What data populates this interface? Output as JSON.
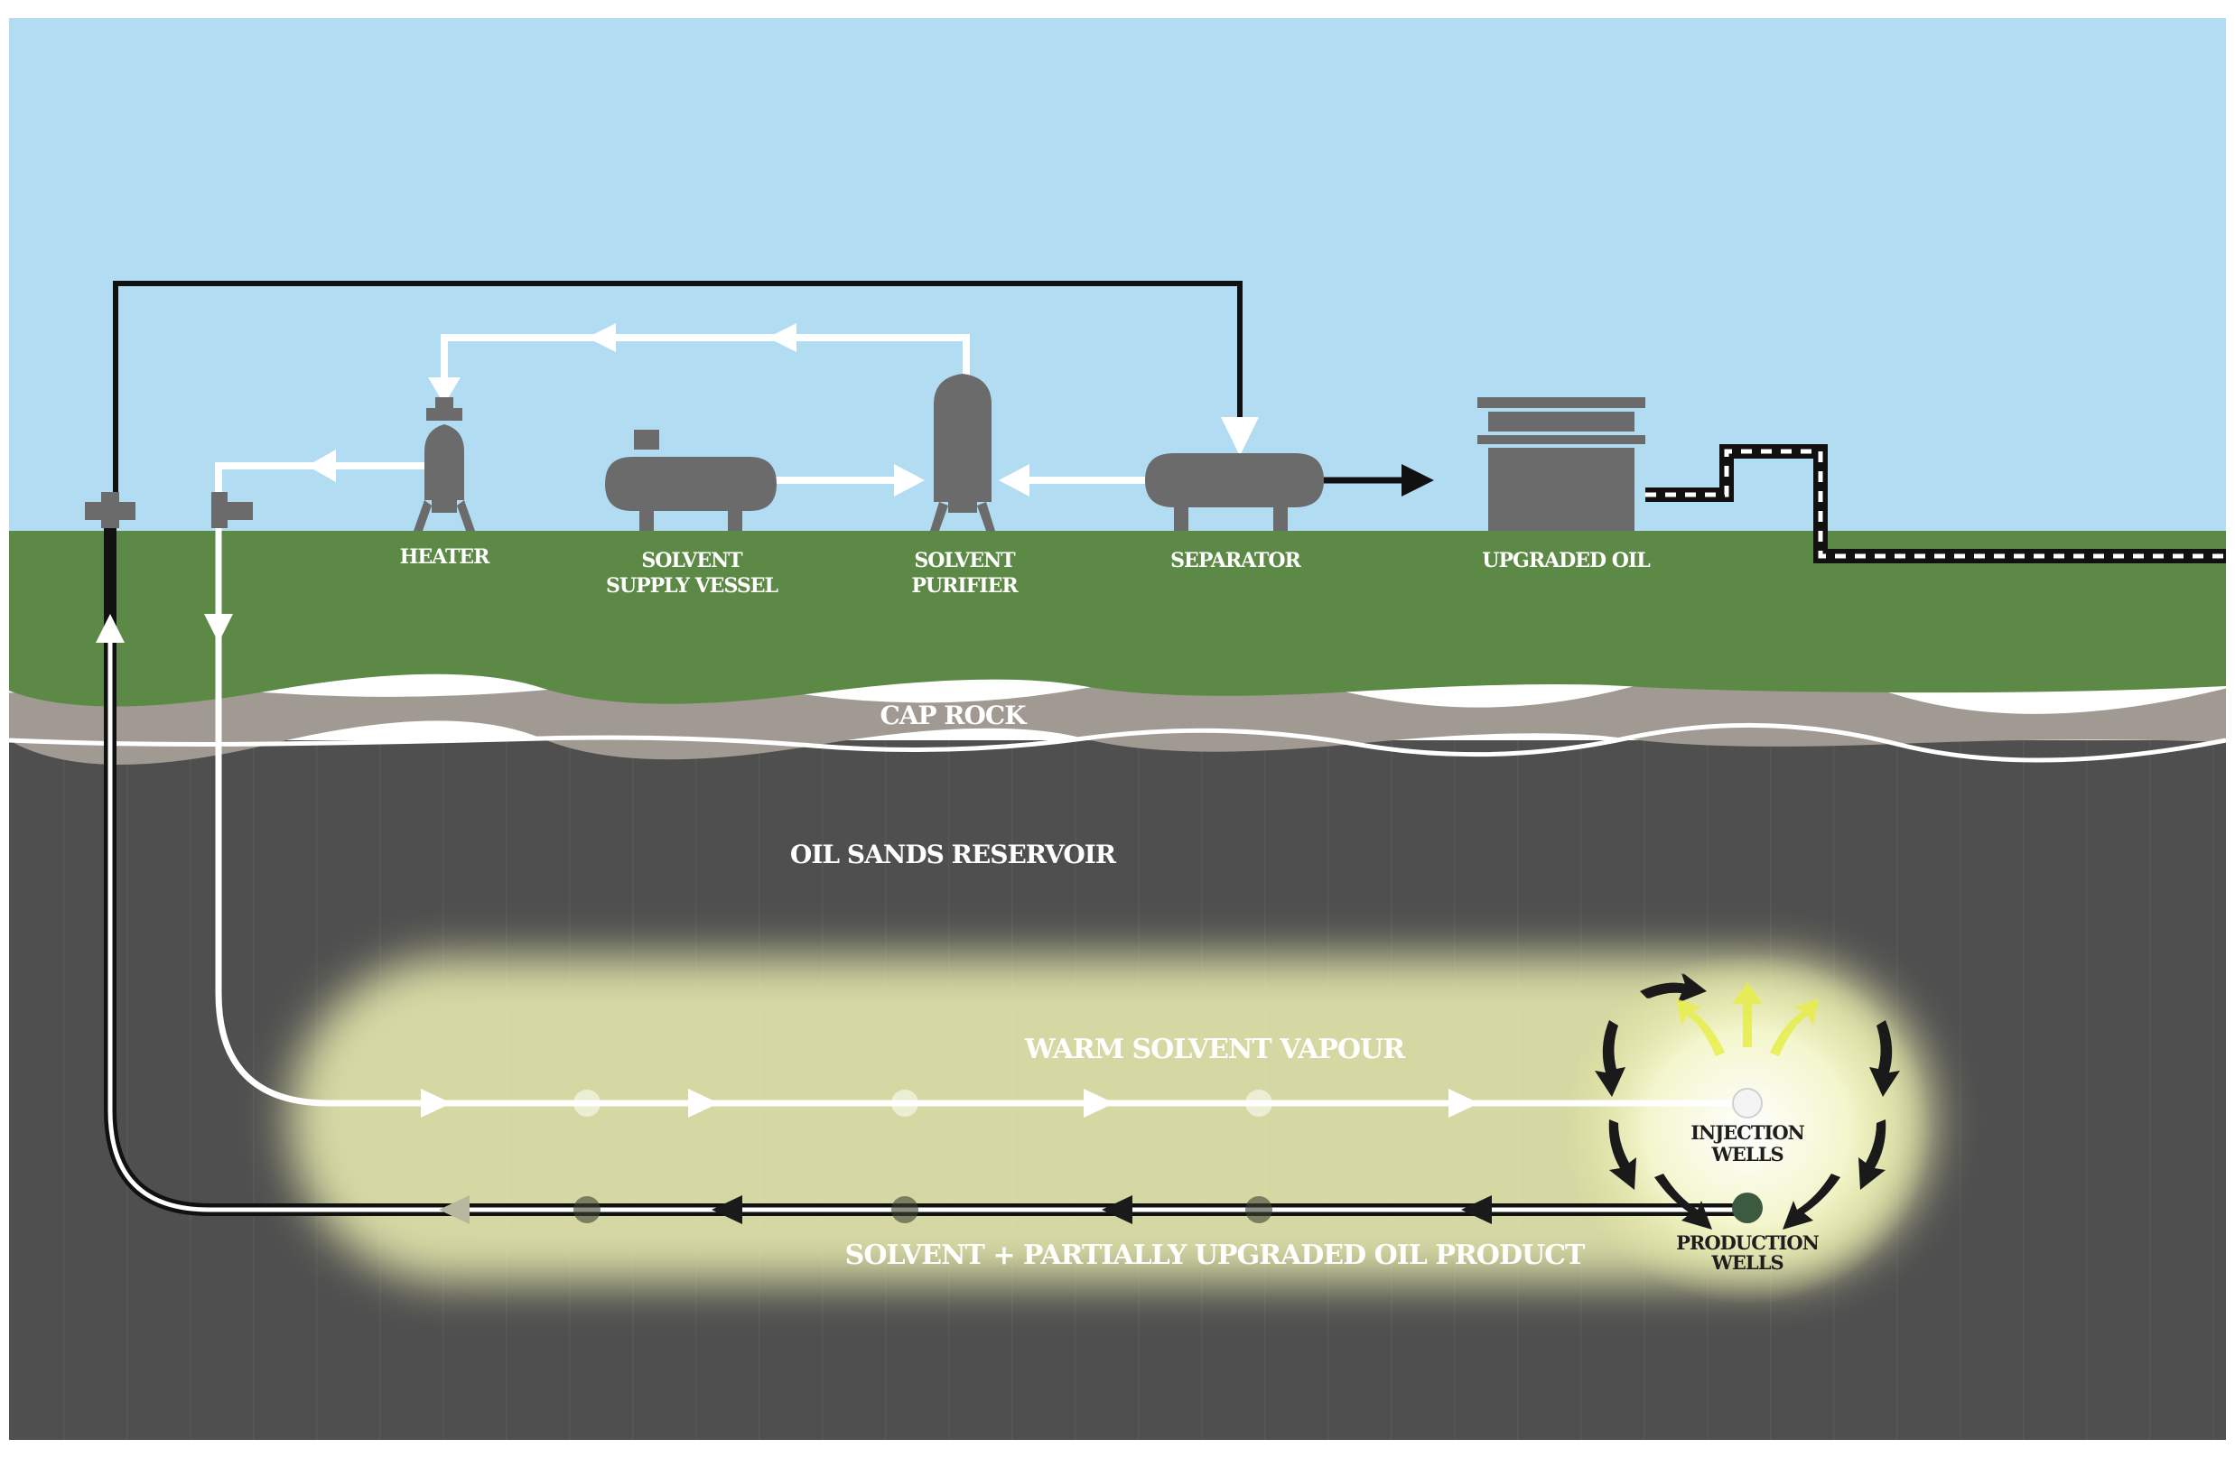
{
  "labels": {
    "heater": "HEATER",
    "solvent_supply_vessel_1": "SOLVENT",
    "solvent_supply_vessel_2": "SUPPLY VESSEL",
    "solvent_purifier_1": "SOLVENT",
    "solvent_purifier_2": "PURIFIER",
    "separator": "SEPARATOR",
    "upgraded_oil": "UPGRADED OIL",
    "cap_rock": "CAP ROCK",
    "oil_sands_reservoir": "OIL SANDS RESERVOIR",
    "warm_solvent_vapour": "WARM SOLVENT VAPOUR",
    "solvent_oil_product": "SOLVENT + PARTIALLY UPGRADED OIL PRODUCT",
    "injection_wells_1": "INJECTION",
    "injection_wells_2": "WELLS",
    "production_wells_1": "PRODUCTION",
    "production_wells_2": "WELLS"
  },
  "colors": {
    "sky": "#b2dcf2",
    "ground": "#5c8a46",
    "cap_rock": "#a09a92",
    "reservoir": "#505050",
    "equipment": "#6b6b6b",
    "glow": "#f3f6b8",
    "flow_line": "#ffffff",
    "return_line": "#111111"
  }
}
